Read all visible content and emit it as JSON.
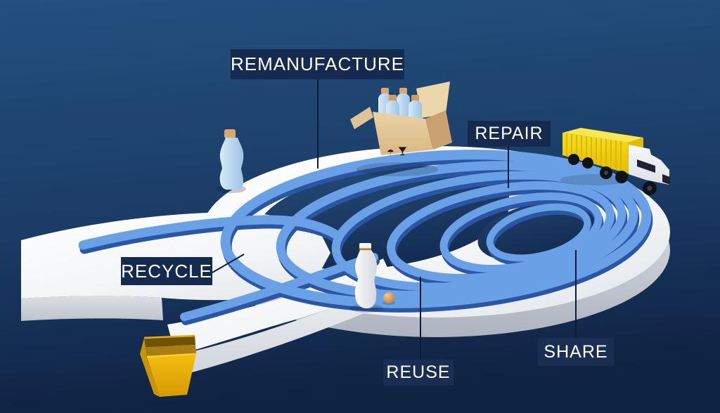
{
  "diagram": {
    "type": "circular-economy-spiral",
    "labels": [
      {
        "id": "remanufacture",
        "text": "REMANUFACTURE"
      },
      {
        "id": "repair",
        "text": "REPAIR"
      },
      {
        "id": "recycle",
        "text": "RECYCLE"
      },
      {
        "id": "reuse",
        "text": "REUSE"
      },
      {
        "id": "share",
        "text": "SHARE"
      }
    ],
    "icons": {
      "umbrella": "☂"
    },
    "objects": [
      "packed-box-of-bottles",
      "plastic-bottle",
      "cargo-truck",
      "empty-bottle-with-dropped-cap",
      "yellow-collection-bin"
    ],
    "colors": {
      "background_top": "#23507f",
      "background_bottom": "#0f2343",
      "label_background": "#152a4e",
      "label_text": "#ffffff",
      "track_top": "#f4f6f8",
      "track_side": "#c3c8d1",
      "lane_light": "#6aa1e6",
      "lane_dark": "#2b56a4",
      "hole_navy": "#1c3c6a",
      "truck_yellow": "#f2cf0f",
      "bin_yellow": "#efb313",
      "cardboard": "#e3c89e",
      "bottle_blue": "#b5d4ec",
      "bottle_white": "#f2f3f5",
      "cap_tan": "#d9a86c",
      "connector_line": "#0e1c38"
    }
  }
}
